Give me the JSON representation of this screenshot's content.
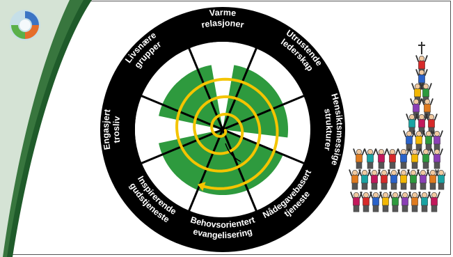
{
  "slide": {
    "colors": {
      "ring": "#000000",
      "label": "#ffffff",
      "green": "#2e9a3e",
      "spiral": "#f4c400",
      "spokes": "#000000",
      "swoosh_dark": "#1f5b2a",
      "swoosh_light": "#4c8c4f"
    },
    "logo": {
      "icon": "swirl-logo-icon",
      "colors": [
        "#3b74c4",
        "#e56d2a",
        "#5ab04a",
        "#c6dfe8"
      ]
    },
    "wheel": {
      "labels": [
        {
          "lines": [
            "Varme",
            "relasjoner"
          ]
        },
        {
          "lines": [
            "Utrustende",
            "lederskap"
          ]
        },
        {
          "lines": [
            "Hensiktsmessige",
            "strukturer"
          ]
        },
        {
          "lines": [
            "Nådegavebasert",
            "tjeneste"
          ]
        },
        {
          "lines": [
            "Behovsorientert",
            "evangelisering"
          ]
        },
        {
          "lines": [
            "Inspirerende",
            "gudstjeneste"
          ]
        },
        {
          "lines": [
            "Engasjert",
            "trosliv"
          ]
        },
        {
          "lines": [
            "Livsnære",
            "grupper"
          ]
        }
      ]
    },
    "people_tower": {
      "icon": "church-people-tower-icon"
    }
  }
}
